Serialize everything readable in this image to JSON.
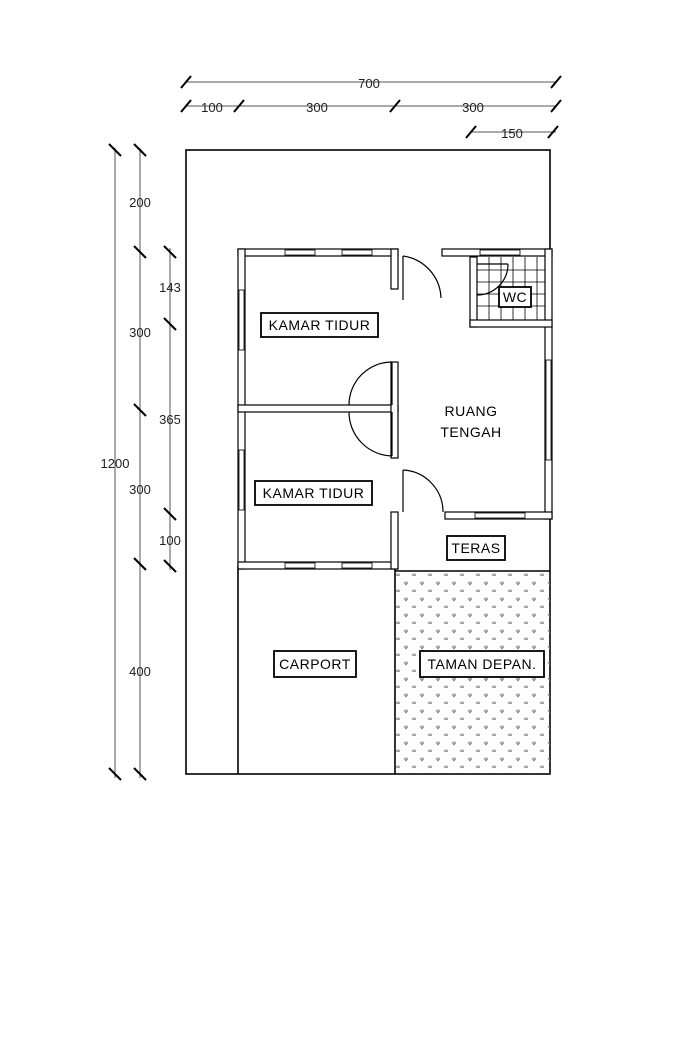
{
  "top_dimensions": {
    "overall": "700",
    "segments": [
      "100",
      "300",
      "300"
    ],
    "right_offset": "150"
  },
  "left_dimensions": {
    "overall": "1200",
    "outer_segments": [
      "200",
      "300",
      "300",
      "400"
    ],
    "inner_segments": [
      "143",
      "365",
      "100"
    ]
  },
  "rooms": {
    "bedroom_1": "KAMAR TIDUR",
    "bedroom_2": "KAMAR TIDUR",
    "wc": "WC",
    "living_line1": "RUANG",
    "living_line2": "TENGAH",
    "terrace": "TERAS",
    "carport": "CARPORT",
    "front_garden": "TAMAN DEPAN."
  }
}
